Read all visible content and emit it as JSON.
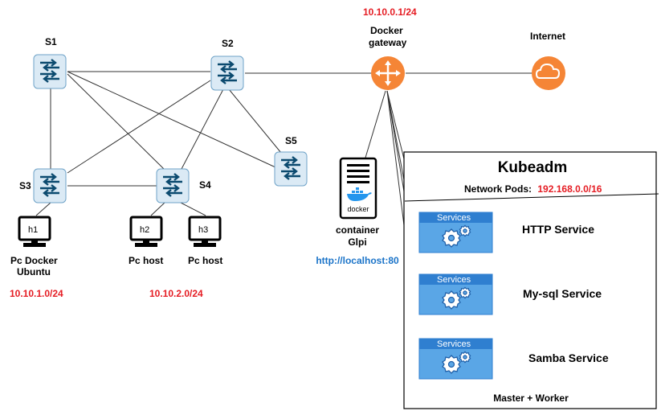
{
  "network": {
    "subnet_gateway": "10.10.0.1/24",
    "gateway_label_line1": "Docker",
    "gateway_label_line2": "gateway",
    "internet_label": "Internet",
    "subnet_h1": "10.10.1.0/24",
    "subnet_h2h3": "10.10.2.0/24",
    "link_color": "#333333"
  },
  "switches": {
    "s1": "S1",
    "s2": "S2",
    "s3": "S3",
    "s4": "S4",
    "s5": "S5",
    "fill_color": "#dbeaf5",
    "stroke_color": "#6fa3c8",
    "arrow_color": "#0b4a6f"
  },
  "hosts": {
    "h1": {
      "id": "h1",
      "line1": "Pc Docker",
      "line2": "Ubuntu"
    },
    "h2": {
      "id": "h2",
      "line1": "Pc host"
    },
    "h3": {
      "id": "h3",
      "line1": "Pc host"
    }
  },
  "container": {
    "logo_text": "docker",
    "line1": "container",
    "line2": "Glpi",
    "url": "http://localhost:80"
  },
  "kubeadm": {
    "title": "Kubeadm",
    "pods_label": "Network Pods:",
    "pods_cidr": "192.168.0.0/16",
    "footer": "Master + Worker",
    "services": [
      {
        "card_title": "Services",
        "name": "HTTP Service"
      },
      {
        "card_title": "Services",
        "name": "My-sql Service"
      },
      {
        "card_title": "Services",
        "name": "Samba Service"
      }
    ],
    "card_color": "#5aa6e6",
    "card_header_color": "#2f7fd0"
  },
  "colors": {
    "router_orange": "#f58536",
    "highlight_red": "#e51c23",
    "url_blue": "#1a73c8"
  },
  "icons": {
    "switch": "network-switch-icon",
    "router": "router-icon",
    "cloud": "cloud-icon",
    "computer": "computer-monitor-icon",
    "server": "server-icon",
    "gear": "gear-icon"
  }
}
